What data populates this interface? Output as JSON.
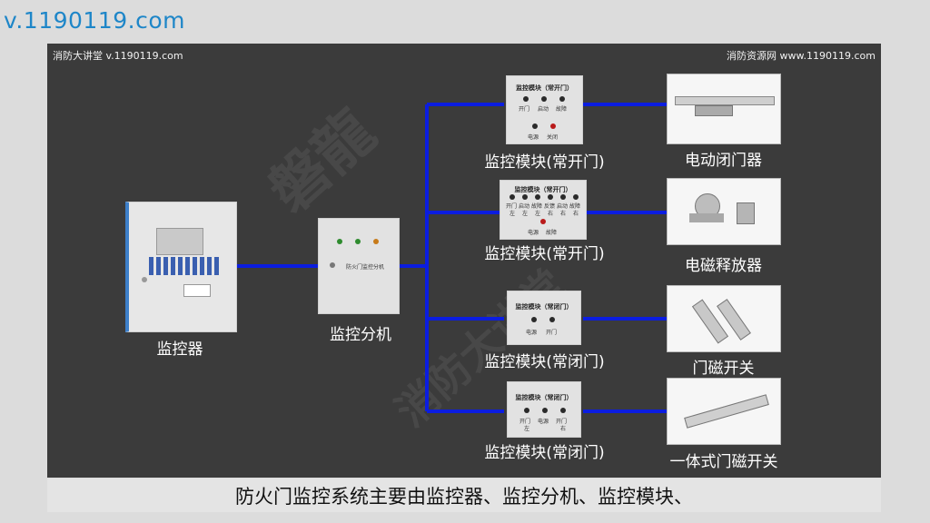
{
  "watermark_top": "v.1190119.com",
  "corner_left": "消防大讲堂  v.1190119.com",
  "corner_right": "消防资源网  www.1190119.com",
  "bg_watermark_1": "磐龍",
  "bg_watermark_2": "消防大讲堂",
  "caption": "防火门监控系统主要由监控器、监控分机、监控模块、",
  "controller": {
    "label": "监控器"
  },
  "subunit": {
    "label": "监控分机",
    "panel_text": "防火门监控分机"
  },
  "modules": [
    {
      "label": "监控模块(常开门)",
      "panel_title": "监控模块（常开门）",
      "top_labels": [
        "开门",
        "启动",
        "故障"
      ],
      "bottom_labels": [
        "电源",
        "关闭"
      ]
    },
    {
      "label": "监控模块(常开门)",
      "panel_title": "监控模块（常开门）",
      "row1_labels": [
        "开门",
        "启动",
        "故障",
        "反馈",
        "启动",
        "故障"
      ],
      "row2_labels": [
        "左",
        "左",
        "左",
        "右",
        "右",
        "右"
      ],
      "bottom_labels": [
        "电源",
        "故障"
      ]
    },
    {
      "label": "监控模块(常闭门)",
      "panel_title": "监控模块（常闭门）",
      "bottom_labels": [
        "电源",
        "开门"
      ]
    },
    {
      "label": "监控模块(常闭门)",
      "panel_title": "监控模块（常闭门）",
      "row1_labels": [
        "开门",
        "电源",
        "开门"
      ],
      "row2_labels": [
        "左",
        "",
        "右"
      ]
    }
  ],
  "devices": [
    {
      "label": "电动闭门器"
    },
    {
      "label": "电磁释放器"
    },
    {
      "label": "门磁开关"
    },
    {
      "label": "一体式门磁开关"
    }
  ],
  "colors": {
    "wire": "#0b1de0",
    "board": "#3b3b3b",
    "watermark": "#1e86c8"
  }
}
